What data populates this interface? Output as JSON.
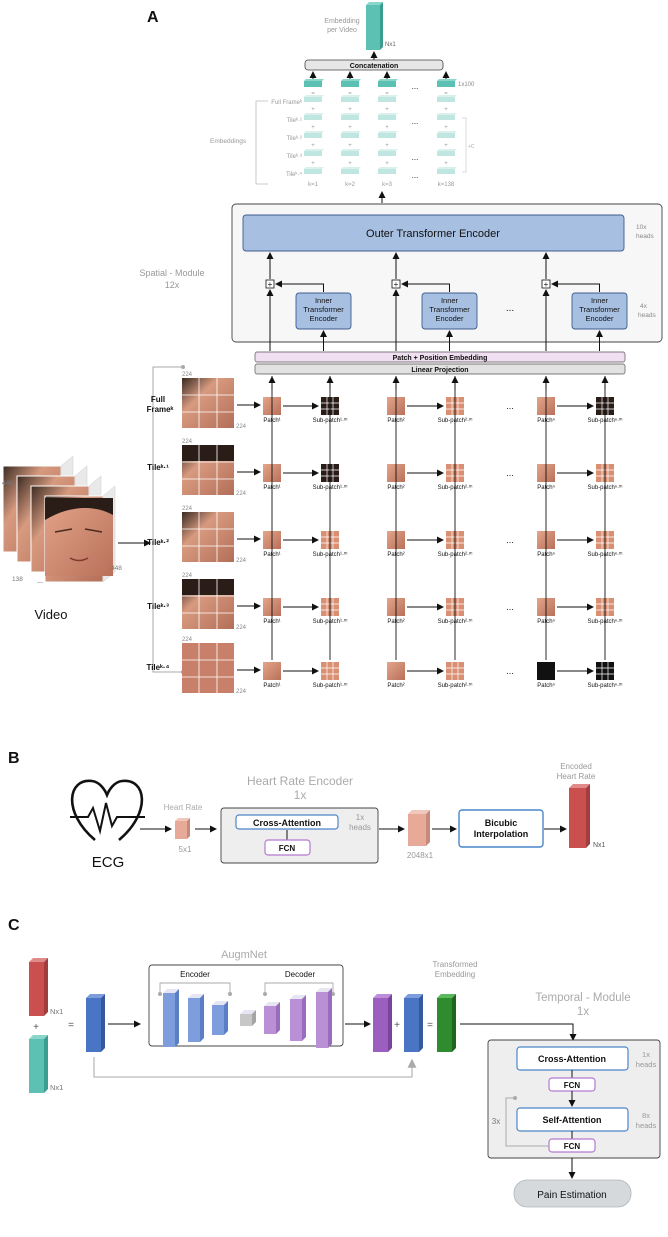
{
  "panel_a": {
    "label": "A",
    "embedding_per_video": [
      "Embedding",
      "per Video"
    ],
    "nx1_top": "Nx1",
    "concatenation": "Concatenation",
    "size_1x100": "1x100",
    "embeddings_label": "Embeddings",
    "row_labels": [
      "Full Frameᵏ",
      "Tileᵏ·¹",
      "Tileᵏ·²",
      "Tileᵏ·³",
      "Tileᵏ·⁴"
    ],
    "k_labels": [
      "k=1",
      "k=2",
      "k=3",
      "k=138"
    ],
    "ellipsis": "...",
    "outer_encoder": "Outer Transformer Encoder",
    "outer_heads": [
      "10x",
      "heads"
    ],
    "inner_encoder": [
      "Inner",
      "Transformer",
      "Encoder"
    ],
    "inner_heads": [
      "4x",
      "heads"
    ],
    "spatial_module": [
      "Spatial - Module",
      "12x"
    ],
    "patch_position": "Patch + Position Embedding",
    "linear_projection": "Linear Projection",
    "size_224": "224",
    "size_448": "448",
    "size_138": "138",
    "video_label": "Video",
    "tile_row_labels": [
      [
        "Full",
        "Frameᵏ"
      ],
      [
        "Tileᵏ·¹"
      ],
      [
        "Tileᵏ·²"
      ],
      [
        "Tileᵏ·³"
      ],
      [
        "Tileᵏ·⁴"
      ]
    ],
    "patch_labels": [
      "Patch¹",
      "Patch²",
      "Patchⁿ"
    ],
    "subpatch_labels": [
      "Sub-patch¹·ᵐ",
      "Sub-patch²·ᵐ",
      "Sub-patchⁿ·ᵐ"
    ]
  },
  "panel_b": {
    "label": "B",
    "ecg": "ECG",
    "heart_rate": "Heart Rate",
    "size_5x1": "5x1",
    "hr_encoder_title": [
      "Heart Rate Encoder",
      "1x"
    ],
    "cross_attention": "Cross-Attention",
    "fcn": "FCN",
    "heads_1x": [
      "1x",
      "heads"
    ],
    "size_2048x1": "2048x1",
    "bicubic": [
      "Bicubic",
      "Interpolation"
    ],
    "encoded_hr": [
      "Encoded",
      "Heart Rate"
    ],
    "nx1": "Nx1"
  },
  "panel_c": {
    "label": "C",
    "nx1_a": "Nx1",
    "nx1_b": "Nx1",
    "plus": "+",
    "equals": "=",
    "augmnet": "AugmNet",
    "encoder": "Encoder",
    "decoder": "Decoder",
    "transformed_embedding": [
      "Transformed",
      "Embedding"
    ],
    "temporal_module": [
      "Temporal - Module",
      "1x"
    ],
    "cross_attention": "Cross-Attention",
    "fcn": "FCN",
    "self_attention": "Self-Attention",
    "heads_1x": [
      "1x",
      "heads"
    ],
    "heads_8x": [
      "8x",
      "heads"
    ],
    "repeat_3x": "3x",
    "pain_estimation": "Pain Estimation"
  },
  "colors": {
    "teal": "#5cc1b3",
    "teal_dark": "#3a9d90",
    "blue_box": "#a7bfe0",
    "pink_bar": "#f0dff0",
    "skin": "#d9967a",
    "red_bar": "#c9504f",
    "blue_bar": "#4a74c4",
    "purple_bar": "#9b5fc0",
    "green_bar": "#2e8b2e"
  }
}
